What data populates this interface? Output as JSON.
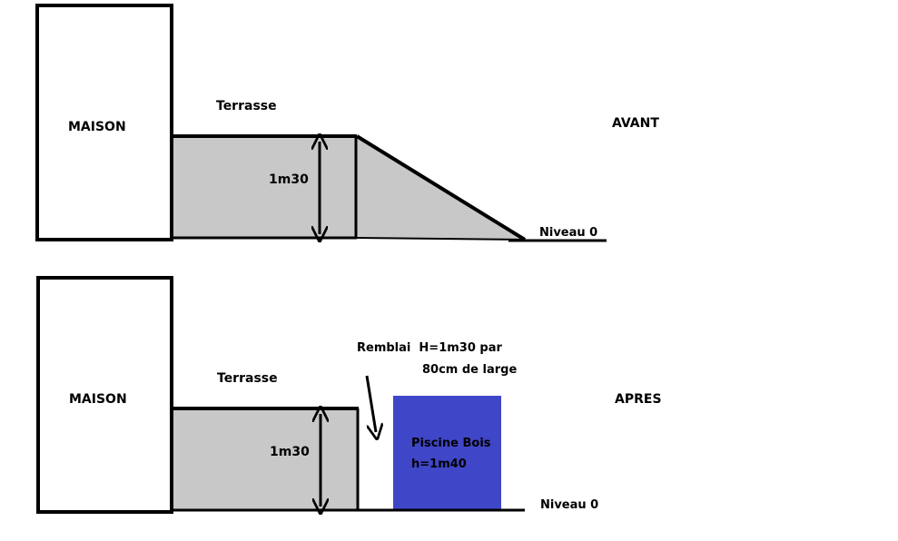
{
  "colors": {
    "background": "#ffffff",
    "outline": "#000000",
    "fill_grey": "#c8c8c8",
    "pool_blue": "#4046c8"
  },
  "top": {
    "house_label": "MAISON",
    "terrace_label": "Terrasse",
    "height_label": "1m30",
    "ground_label": "Niveau 0",
    "state_label": "AVANT"
  },
  "bottom": {
    "house_label": "MAISON",
    "terrace_label": "Terrasse",
    "height_label": "1m30",
    "ground_label": "Niveau 0",
    "state_label": "APRES",
    "fill_note_line1": "Remblai  H=1m30 par",
    "fill_note_line2": "80cm de large",
    "pool_line1": "Piscine Bois",
    "pool_line2": "h=1m40"
  }
}
